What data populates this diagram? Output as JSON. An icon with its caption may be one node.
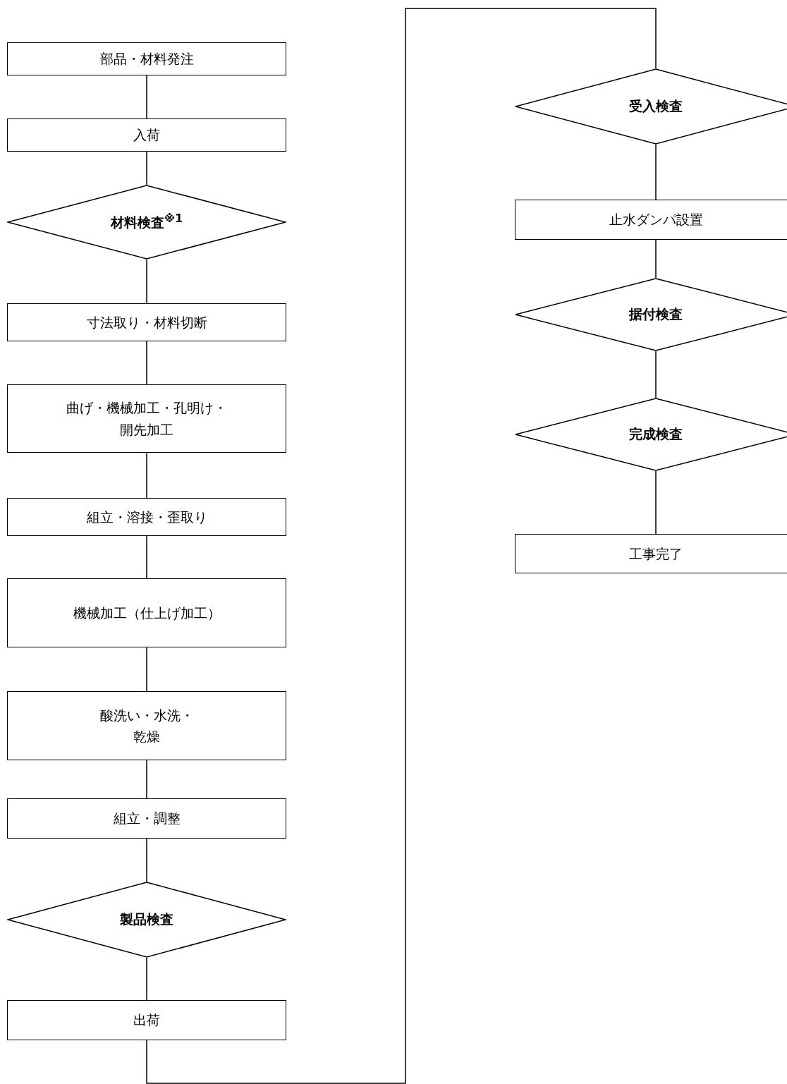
{
  "diagram": {
    "nodes": [
      {
        "text": [
          "部品・材料発注"
        ]
      },
      {
        "text": [
          "入荷"
        ]
      },
      {
        "text": [
          "材料検査$^{※1}$"
        ]
      },
      {
        "text": [
          "寸法取り・材料切断"
        ]
      },
      {
        "text": [
          "曲げ・機械加工・孔明け・開先加工"
        ]
      },
      {
        "text": [
          "組立・溶接・歪取り"
        ]
      },
      {
        "text": [
          "機械加工（仕上げ加工）"
        ]
      },
      {
        "text": [
          "酸洗い・水洗・乾燥"
        ]
      },
      {
        "text": [
          "組立・調整"
        ]
      },
      {
        "text": [
          "製品検査"
        ]
      },
      {
        "text": [
          "出荷"
        ]
      },
      {
        "text": [
          "受入検査"
        ]
      },
      {
        "text": [
          "止水ダンパ設置"
        ]
      },
      {
        "text": [
          "据付検査"
        ]
      },
      {
        "text": [
          "完成検査"
        ]
      },
      {
        "text": [
          "工事完了"
        ]
      }
    ],
    "edges": [
      {
        "from": 0,
        "to": 1,
        "arrow": "none"
      },
      {
        "from": 1,
        "to": 2,
        "arrow": "none"
      },
      {
        "from": 2,
        "to": 3,
        "arrow": "none"
      },
      {
        "from": 3,
        "to": 4,
        "arrow": "none"
      },
      {
        "from": 4,
        "to": 5,
        "arrow": "none"
      },
      {
        "from": 5,
        "to": 6,
        "arrow": "none"
      },
      {
        "from": 6,
        "to": 7,
        "arrow": "none"
      },
      {
        "from": 7,
        "to": 8,
        "arrow": "none"
      },
      {
        "from": 8,
        "to": 9,
        "arrow": "none"
      },
      {
        "from": 9,
        "to": 10,
        "arrow": "none"
      },
      {
        "from": 10,
        "to": 11,
        "arrow": "none"
      },
      {
        "from": 11,
        "to": 12,
        "arrow": "none"
      },
      {
        "from": 12,
        "to": 13,
        "arrow": "none"
      },
      {
        "from": 13,
        "to": 14,
        "arrow": "none"
      },
      {
        "from": 14,
        "to": 15,
        "arrow": "none"
      }
    ]
  }
}
